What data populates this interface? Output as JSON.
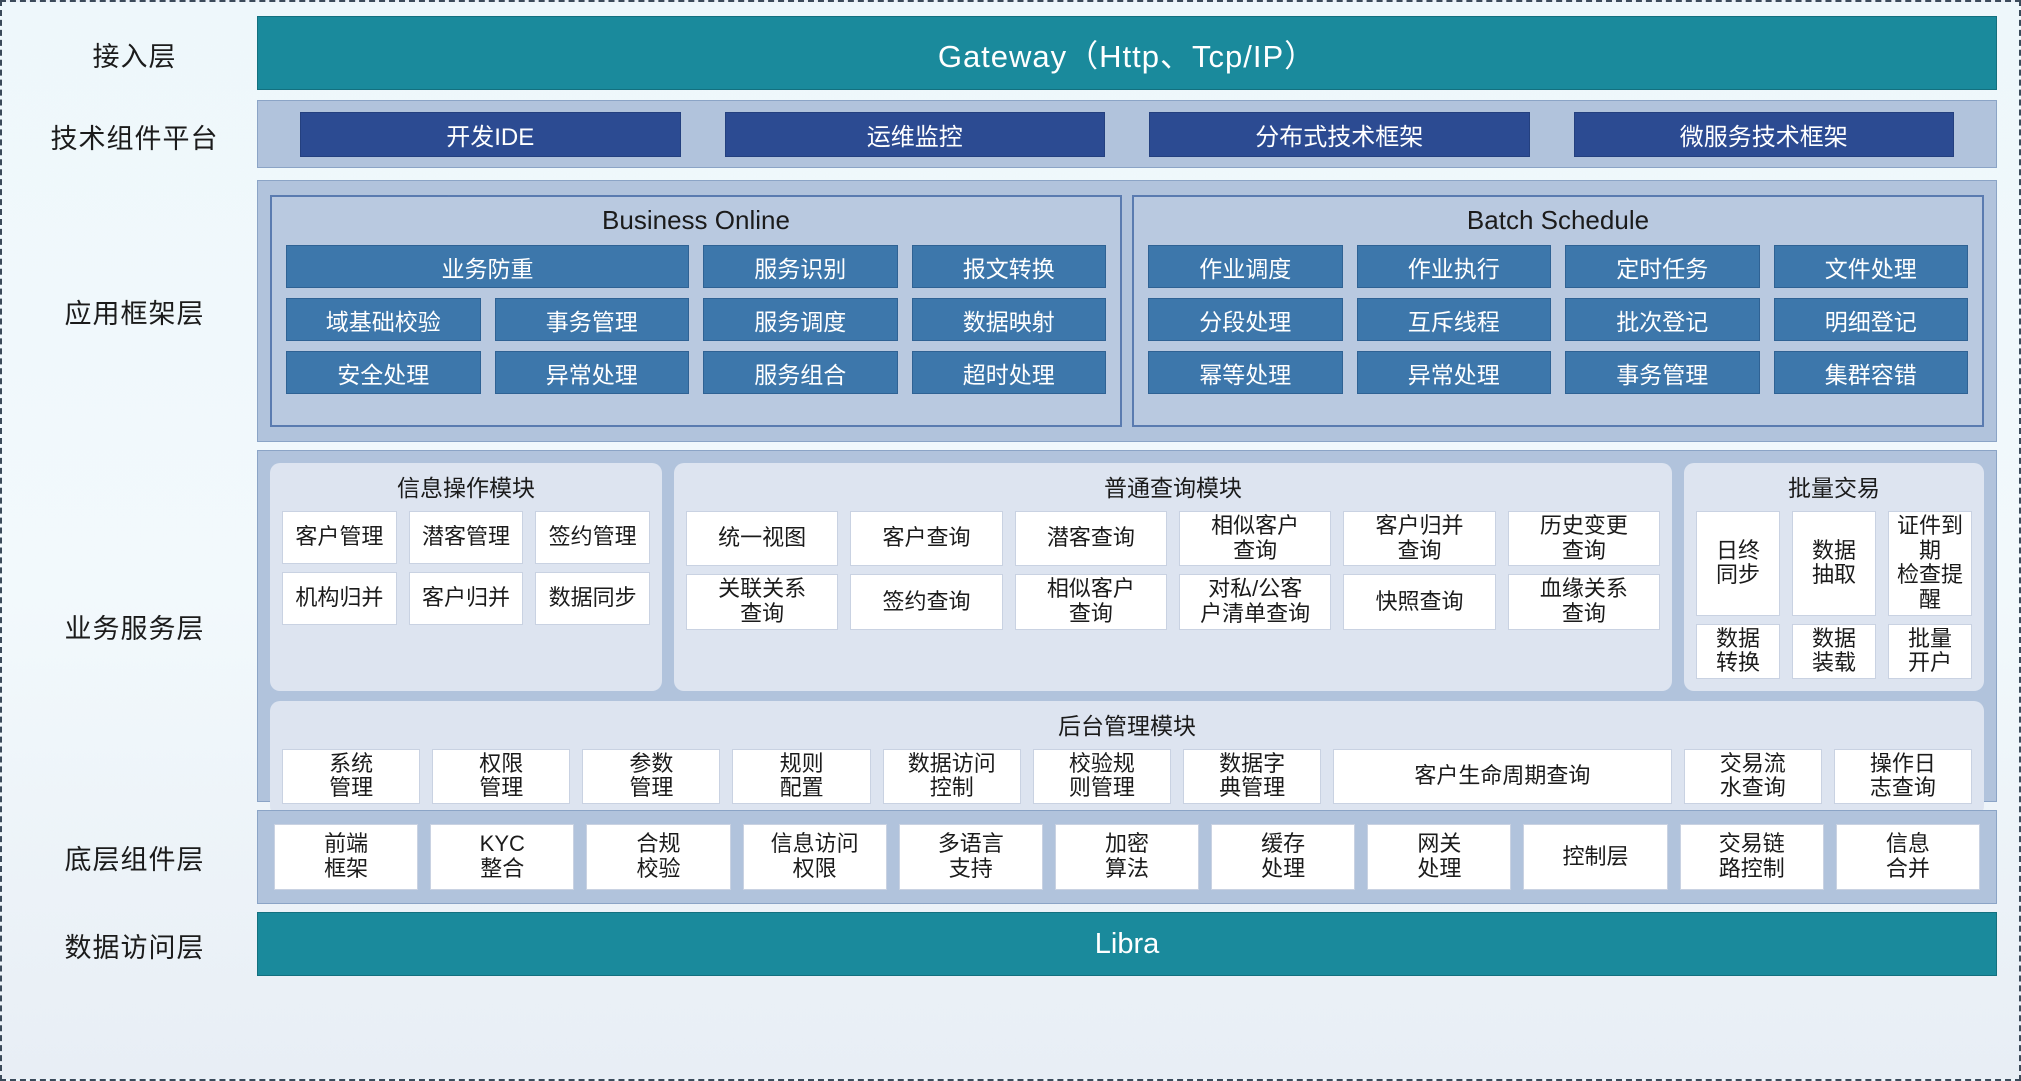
{
  "layers": {
    "access": "接入层",
    "tech": "技术组件平台",
    "app": "应用框架层",
    "service": "业务服务层",
    "component": "底层组件层",
    "data": "数据访问层"
  },
  "gateway": {
    "label": "Gateway（Http、Tcp/IP）"
  },
  "tech_platform": {
    "items": [
      "开发IDE",
      "运维监控",
      "分布式技术框架",
      "微服务技术框架"
    ]
  },
  "app_framework": {
    "business_online": {
      "title": "Business Online",
      "rows": [
        [
          "业务防重",
          "服务识别",
          "报文转换"
        ],
        [
          "域基础校验",
          "事务管理",
          "服务调度",
          "数据映射"
        ],
        [
          "安全处理",
          "异常处理",
          "服务组合",
          "超时处理"
        ]
      ]
    },
    "batch_schedule": {
      "title": "Batch Schedule",
      "rows": [
        [
          "作业调度",
          "作业执行",
          "定时任务",
          "文件处理"
        ],
        [
          "分段处理",
          "互斥线程",
          "批次登记",
          "明细登记"
        ],
        [
          "幂等处理",
          "异常处理",
          "事务管理",
          "集群容错"
        ]
      ]
    }
  },
  "business_service": {
    "info_module": {
      "title": "信息操作模块",
      "rows": [
        [
          "客户管理",
          "潜客管理",
          "签约管理"
        ],
        [
          "机构归并",
          "客户归并",
          "数据同步"
        ]
      ]
    },
    "query_module": {
      "title": "普通查询模块",
      "rows": [
        [
          "统一视图",
          "客户查询",
          "潜客查询",
          "相似客户\n查询",
          "客户归并\n查询",
          "历史变更\n查询"
        ],
        [
          "关联关系\n查询",
          "签约查询",
          "相似客户\n查询",
          "对私/公客\n户清单查询",
          "快照查询",
          "血缘关系\n查询"
        ]
      ]
    },
    "batch_module": {
      "title": "批量交易",
      "rows": [
        [
          "日终\n同步",
          "数据\n抽取",
          "证件到期\n检查提醒"
        ],
        [
          "数据\n转换",
          "数据\n装载",
          "批量\n开户"
        ]
      ]
    },
    "admin_module": {
      "title": "后台管理模块",
      "items": [
        "系统\n管理",
        "权限\n管理",
        "参数\n管理",
        "规则\n配置",
        "数据访问\n控制",
        "校验规\n则管理",
        "数据字\n典管理",
        "客户生命周期查询",
        "交易流\n水查询",
        "操作日\n志查询"
      ]
    }
  },
  "component_layer": {
    "items": [
      "前端\n框架",
      "KYC\n整合",
      "合规\n校验",
      "信息访问\n权限",
      "多语言\n支持",
      "加密\n算法",
      "缓存\n处理",
      "网关\n处理",
      "控制层",
      "交易链\n路控制",
      "信息\n合并"
    ]
  },
  "data_layer": {
    "label": "Libra"
  },
  "colors": {
    "teal": "#1a8a9c",
    "navy": "#2c4b92",
    "steel": "#3d77ab",
    "band": "#b1c3dc",
    "panel": "#b9c9e0",
    "module": "#dde4f0"
  }
}
